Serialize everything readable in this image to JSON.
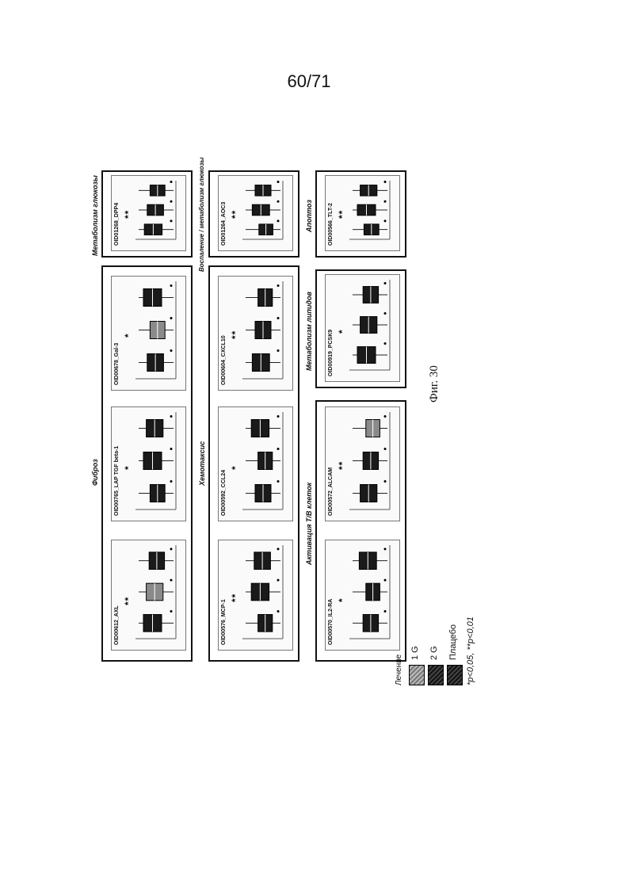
{
  "page": {
    "number": "60/71",
    "caption": "Фиг. 30"
  },
  "legend": {
    "title": "Лечение",
    "items": [
      {
        "label": "1 G",
        "style": "light"
      },
      {
        "label": "2 G",
        "style": "dark"
      },
      {
        "label": "Плацебо",
        "style": "dark"
      }
    ],
    "note": "*p<0,05, **p<0,01"
  },
  "groups": {
    "fibrosis": "Фиброз",
    "glucose": "Метаболизм глюкозы",
    "chemotaxis": "Хемотаксис",
    "inflammation": "Воспаление / метаболизм глюкозы",
    "tb_activation": "Активация T/B клеток",
    "lipid": "Метаболизм липидов",
    "apoptosis": "Апоптоз"
  },
  "panels": {
    "axl": {
      "title": "OID00612_AXL",
      "sig": "**"
    },
    "lap": {
      "title": "OID00765_LAP TGF beta-1",
      "sig": "*"
    },
    "gal3": {
      "title": "OID00678_Gal-3",
      "sig": "*"
    },
    "dpp4": {
      "title": "OID01268_DPP4",
      "sig": "**"
    },
    "mcp1": {
      "title": "OID00576_MCP-1",
      "sig": "**"
    },
    "ccl24": {
      "title": "OID00592_CCL24",
      "sig": "*"
    },
    "cxcl10": {
      "title": "OID00604_CXCL10",
      "sig": "**"
    },
    "aoc3": {
      "title": "OID01264_AOC3",
      "sig": "**"
    },
    "il2ra": {
      "title": "OID00570_IL2-RA",
      "sig": "*"
    },
    "alcam": {
      "title": "OID00572_ALCAM",
      "sig": "**"
    },
    "pcsk9": {
      "title": "OID00919_PCSK9",
      "sig": "*"
    },
    "tlt2": {
      "title": "OID00566_TLT-2",
      "sig": "**"
    }
  },
  "colors": {
    "box_dark": "#1a1a1a",
    "box_light": "#8a8a8a",
    "frame": "#111111"
  }
}
